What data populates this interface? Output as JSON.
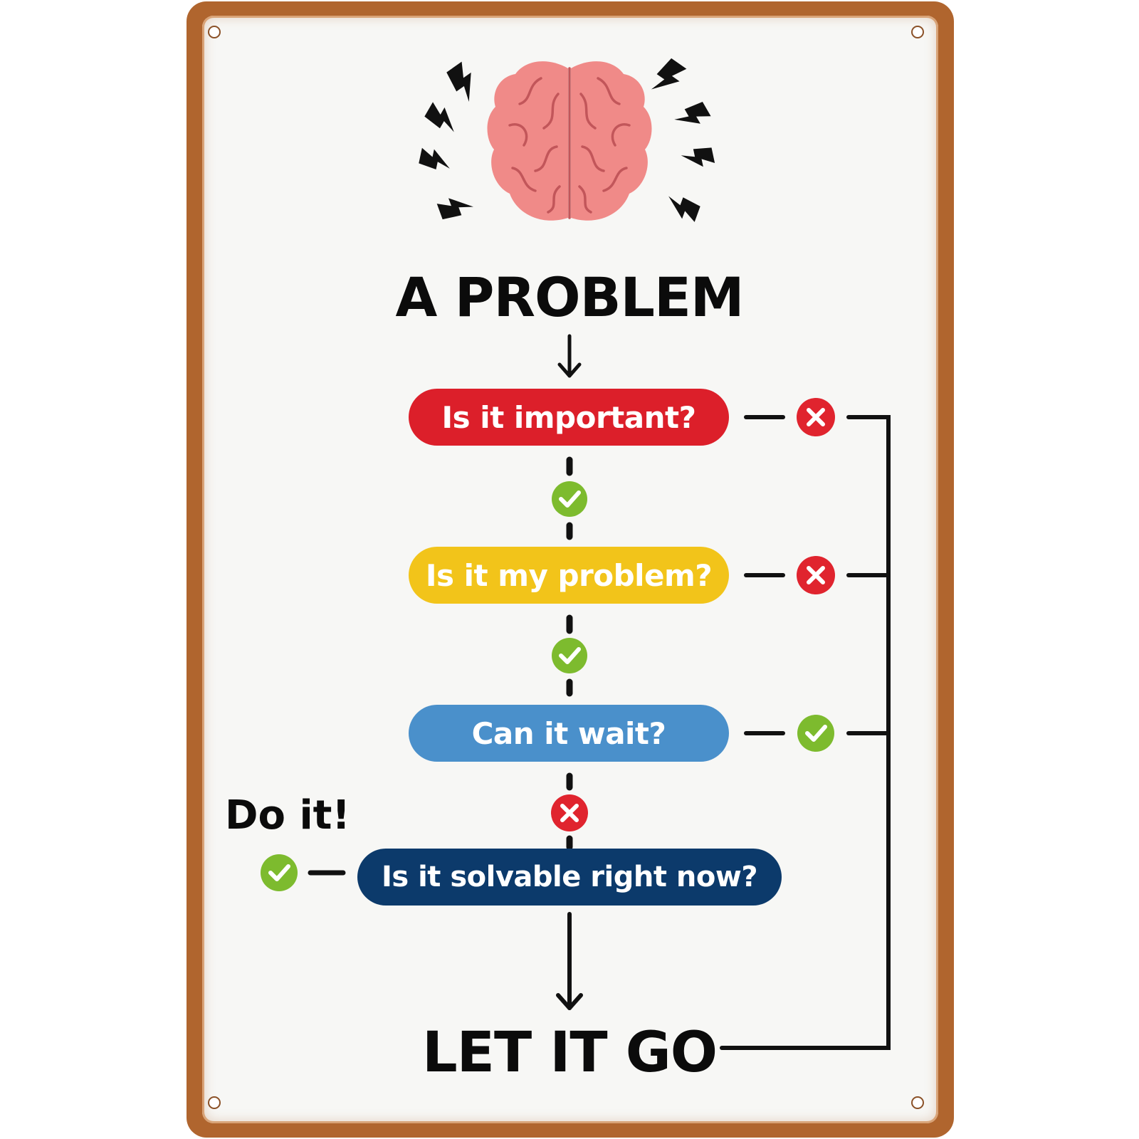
{
  "title": "A PROBLEM",
  "questions": [
    "Is it important?",
    "Is it my problem?",
    "Can it wait?",
    "Is it solvable right now?"
  ],
  "action": "Do it!",
  "outcome": "LET IT GO",
  "colors": {
    "important": "#dc1f2a",
    "my_problem": "#f2c41a",
    "can_wait": "#4a90cb",
    "solvable": "#0c3a6b",
    "yes": "#7dbb2e",
    "no": "#e0242e",
    "brain": "#f08a88",
    "border": "#b0652e"
  },
  "icons": {
    "brain": "brain-icon",
    "bolt": "lightning-bolt-icon",
    "yes": "check-icon",
    "no": "cross-icon"
  }
}
